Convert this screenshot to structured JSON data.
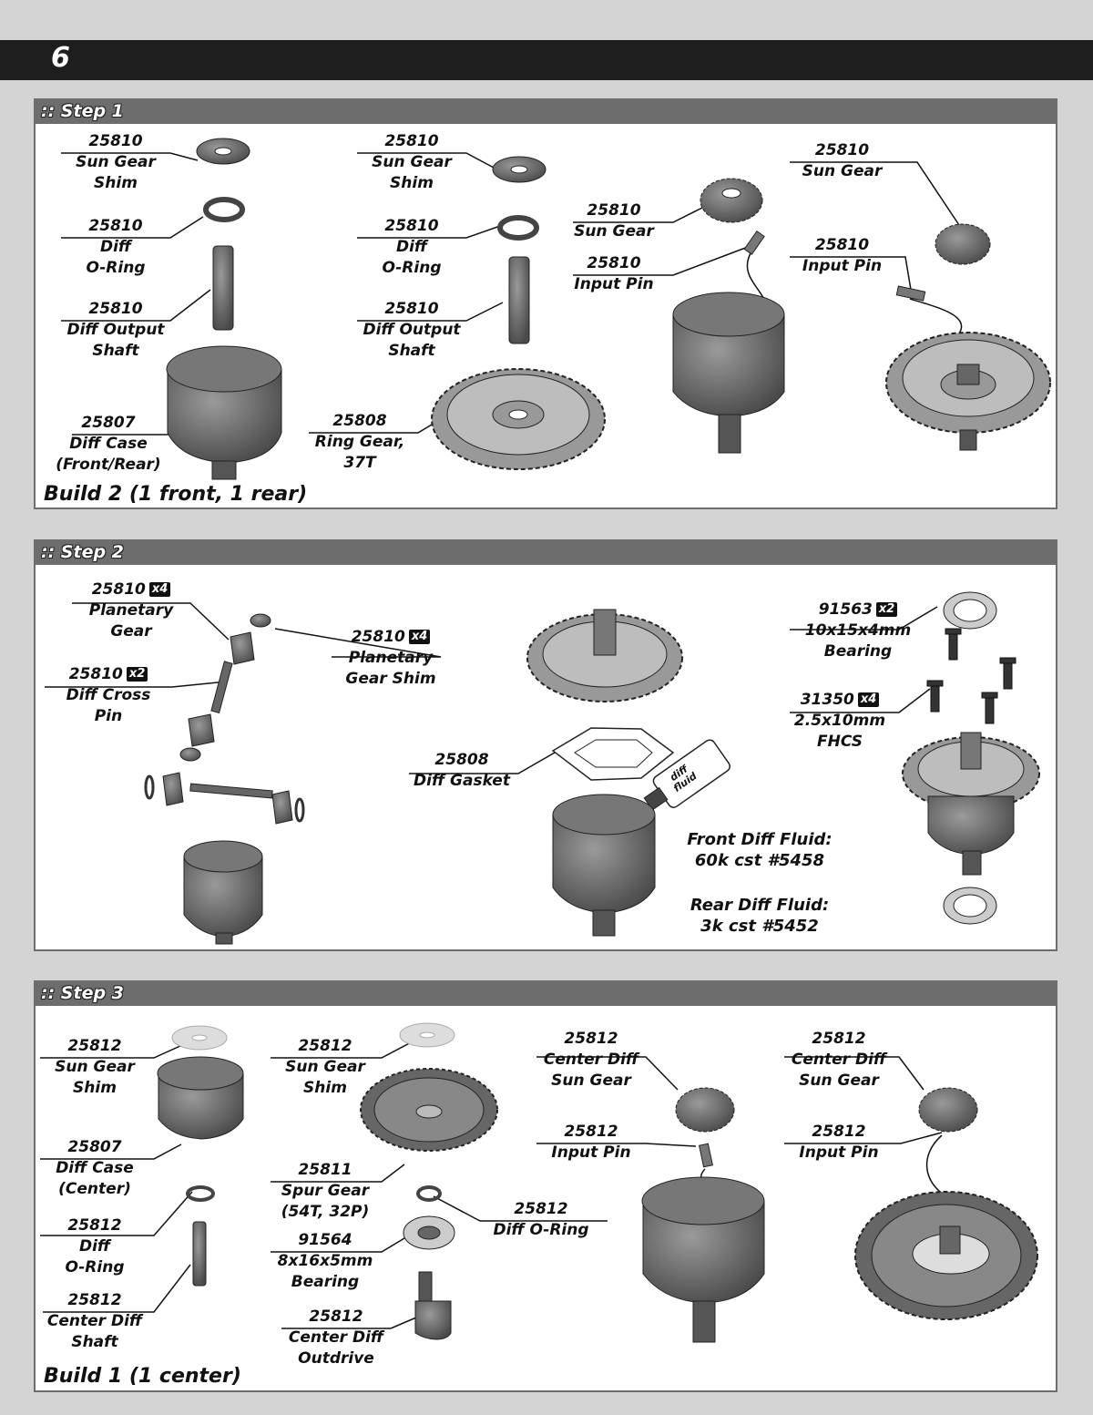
{
  "page_number": "6",
  "steps": [
    {
      "title": ":: Step 1",
      "build_note": "Build 2 (1 front, 1 rear)",
      "labels": [
        {
          "part": "25810",
          "name": [
            "Sun Gear",
            "Shim"
          ]
        },
        {
          "part": "25810",
          "name": [
            "Diff",
            "O-Ring"
          ]
        },
        {
          "part": "25810",
          "name": [
            "Diff Output",
            "Shaft"
          ]
        },
        {
          "part": "25807",
          "name": [
            "Diff Case",
            "(Front/Rear)"
          ]
        },
        {
          "part": "25810",
          "name": [
            "Sun Gear",
            "Shim"
          ]
        },
        {
          "part": "25810",
          "name": [
            "Diff",
            "O-Ring"
          ]
        },
        {
          "part": "25810",
          "name": [
            "Diff Output",
            "Shaft"
          ]
        },
        {
          "part": "25808",
          "name": [
            "Ring Gear,",
            "37T"
          ]
        },
        {
          "part": "25810",
          "name": [
            "Sun Gear"
          ]
        },
        {
          "part": "25810",
          "name": [
            "Input Pin"
          ]
        },
        {
          "part": "25810",
          "name": [
            "Sun Gear"
          ]
        },
        {
          "part": "25810",
          "name": [
            "Input Pin"
          ]
        }
      ]
    },
    {
      "title": ":: Step 2",
      "labels": [
        {
          "part": "25810",
          "qty": "x4",
          "name": [
            "Planetary",
            "Gear"
          ]
        },
        {
          "part": "25810",
          "qty": "x2",
          "name": [
            "Diff Cross",
            "Pin"
          ]
        },
        {
          "part": "25810",
          "qty": "x4",
          "name": [
            "Planetary",
            "Gear Shim"
          ]
        },
        {
          "part": "25808",
          "name": [
            "Diff Gasket"
          ]
        },
        {
          "part": "91563",
          "qty": "x2",
          "name": [
            "10x15x4mm",
            "Bearing"
          ]
        },
        {
          "part": "31350",
          "qty": "x4",
          "name": [
            "2.5x10mm",
            "FHCS"
          ]
        }
      ],
      "fluid_bottle": [
        "diff",
        "fluid"
      ],
      "front_fluid": [
        "Front Diff Fluid:",
        "60k cst #5458"
      ],
      "rear_fluid": [
        "Rear Diff Fluid:",
        "3k cst #5452"
      ]
    },
    {
      "title": ":: Step 3",
      "build_note": "Build 1 (1 center)",
      "labels": [
        {
          "part": "25812",
          "name": [
            "Sun Gear",
            "Shim"
          ]
        },
        {
          "part": "25807",
          "name": [
            "Diff Case",
            "(Center)"
          ]
        },
        {
          "part": "25812",
          "name": [
            "Diff",
            "O-Ring"
          ]
        },
        {
          "part": "25812",
          "name": [
            "Center Diff",
            "Shaft"
          ]
        },
        {
          "part": "25812",
          "name": [
            "Sun Gear",
            "Shim"
          ]
        },
        {
          "part": "25811",
          "name": [
            "Spur Gear",
            "(54T, 32P)"
          ]
        },
        {
          "part": "91564",
          "name": [
            "8x16x5mm",
            "Bearing"
          ]
        },
        {
          "part": "25812",
          "name": [
            "Center Diff",
            "Outdrive"
          ]
        },
        {
          "part": "25812",
          "name": [
            "Diff O-Ring"
          ]
        },
        {
          "part": "25812",
          "name": [
            "Center Diff",
            "Sun Gear"
          ]
        },
        {
          "part": "25812",
          "name": [
            "Input Pin"
          ]
        },
        {
          "part": "25812",
          "name": [
            "Center Diff",
            "Sun Gear"
          ]
        },
        {
          "part": "25812",
          "name": [
            "Input Pin"
          ]
        }
      ]
    }
  ]
}
